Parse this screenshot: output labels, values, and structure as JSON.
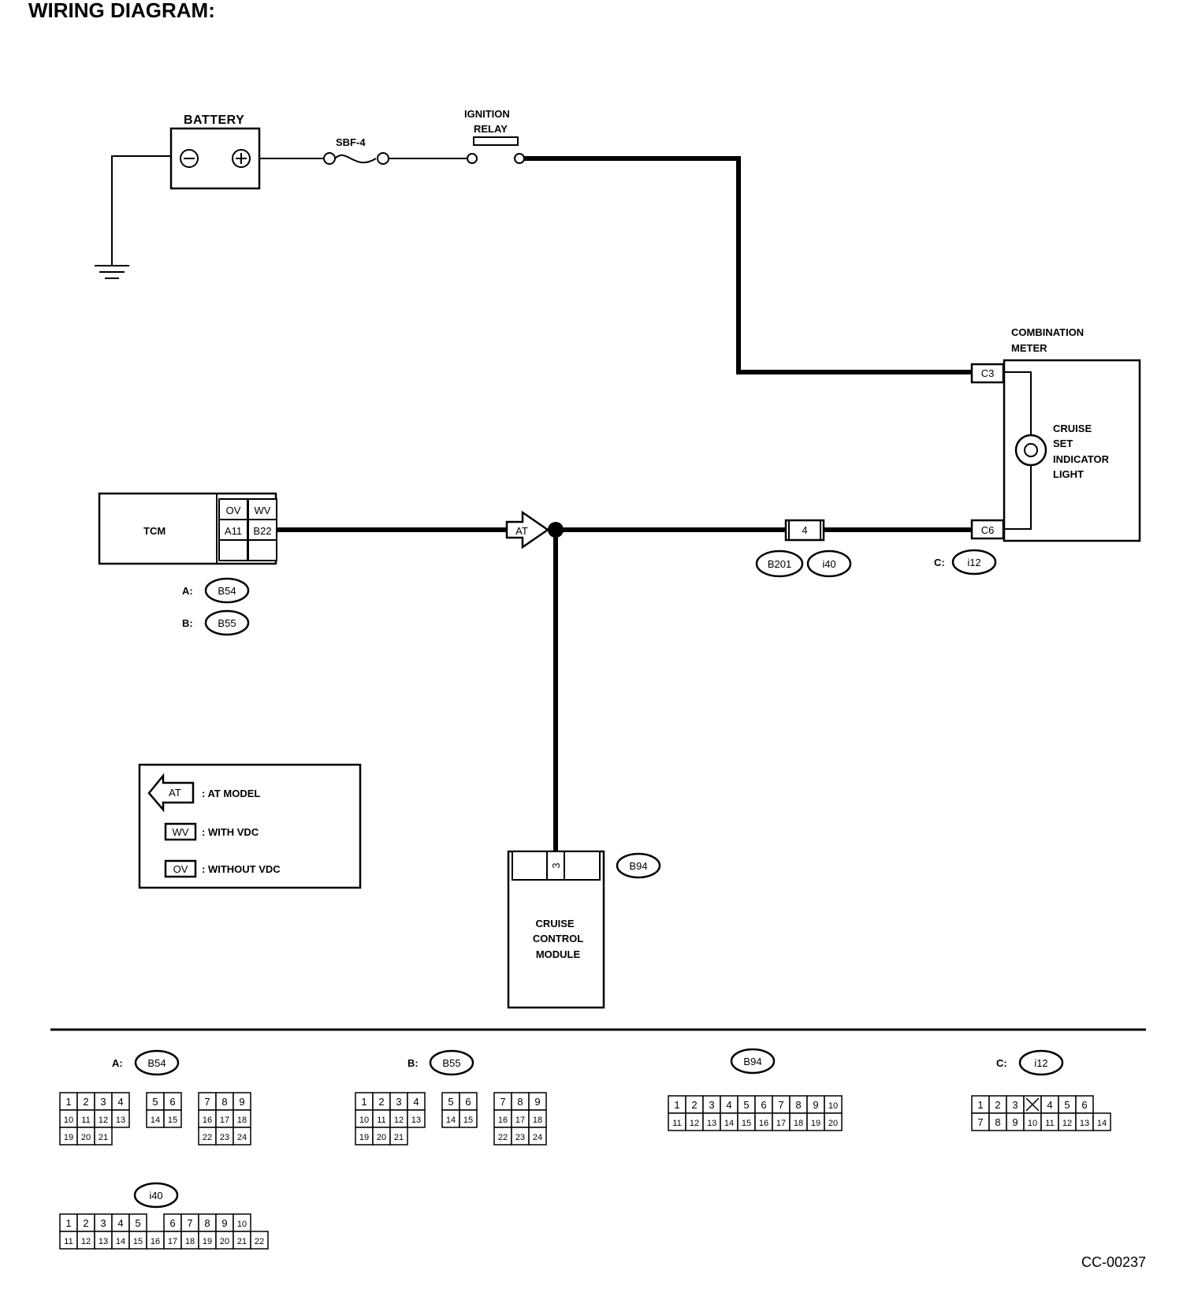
{
  "title": "WIRING DIAGRAM:",
  "battery": {
    "label": "BATTERY"
  },
  "fuse": {
    "label": "SBF-4"
  },
  "ignition_relay": {
    "label_line1": "IGNITION",
    "label_line2": "RELAY"
  },
  "combination_meter": {
    "label_line1": "COMBINATION",
    "label_line2": "METER",
    "terminal_top": "C3",
    "terminal_bottom": "C6",
    "lamp_line1": "CRUISE",
    "lamp_line2": "SET",
    "lamp_line3": "INDICATOR",
    "lamp_line4": "LIGHT",
    "connector_prefix": "C:",
    "connector_id": "i12"
  },
  "tcm": {
    "label": "TCM",
    "col1_header": "OV",
    "col2_header": "WV",
    "col1_pin": "A11",
    "col2_pin": "B22",
    "conn_a_prefix": "A:",
    "conn_a": "B54",
    "conn_b_prefix": "B:",
    "conn_b": "B55"
  },
  "at_marker": "AT",
  "joint_connector": {
    "pin": "4",
    "conn1": "B201",
    "conn2": "i40"
  },
  "cruise_module": {
    "pin": "3",
    "connector_id": "B94",
    "label_line1": "CRUISE",
    "label_line2": "CONTROL",
    "label_line3": "MODULE"
  },
  "legend": [
    {
      "symbol": "AT",
      "text": ": AT MODEL"
    },
    {
      "symbol": "WV",
      "text": ": WITH VDC"
    },
    {
      "symbol": "OV",
      "text": ": WITHOUT VDC"
    }
  ],
  "connector_views": [
    {
      "prefix": "A:",
      "id": "B54",
      "rows": [
        [
          "1",
          "2",
          "3",
          "4",
          "",
          "5",
          "6",
          "",
          "7",
          "8",
          "9"
        ],
        [
          "10",
          "11",
          "12",
          "13",
          "",
          "14",
          "15",
          "",
          "16",
          "17",
          "18"
        ],
        [
          "19",
          "20",
          "21",
          "",
          "",
          "",
          "",
          "",
          "22",
          "23",
          "24"
        ]
      ]
    },
    {
      "prefix": "B:",
      "id": "B55",
      "rows": [
        [
          "1",
          "2",
          "3",
          "4",
          "",
          "5",
          "6",
          "",
          "7",
          "8",
          "9"
        ],
        [
          "10",
          "11",
          "12",
          "13",
          "",
          "14",
          "15",
          "",
          "16",
          "17",
          "18"
        ],
        [
          "19",
          "20",
          "21",
          "",
          "",
          "",
          "",
          "",
          "22",
          "23",
          "24"
        ]
      ]
    },
    {
      "prefix": "",
      "id": "B94",
      "rows": [
        [
          "1",
          "2",
          "3",
          "4",
          "5",
          "6",
          "7",
          "8",
          "9",
          "10"
        ],
        [
          "11",
          "12",
          "13",
          "14",
          "15",
          "16",
          "17",
          "18",
          "19",
          "20"
        ]
      ]
    },
    {
      "prefix": "C:",
      "id": "i12",
      "rows": [
        [
          "1",
          "2",
          "3",
          "",
          "4",
          "5",
          "6"
        ],
        [
          "7",
          "8",
          "9",
          "10",
          "11",
          "12",
          "13",
          "14"
        ]
      ]
    },
    {
      "prefix": "",
      "id": "i40",
      "rows": [
        [
          "1",
          "2",
          "3",
          "4",
          "5",
          "",
          "6",
          "7",
          "8",
          "9",
          "10"
        ],
        [
          "11",
          "12",
          "13",
          "14",
          "15",
          "16",
          "17",
          "18",
          "19",
          "20",
          "21",
          "22"
        ]
      ]
    }
  ],
  "figure_code": "CC-00237"
}
